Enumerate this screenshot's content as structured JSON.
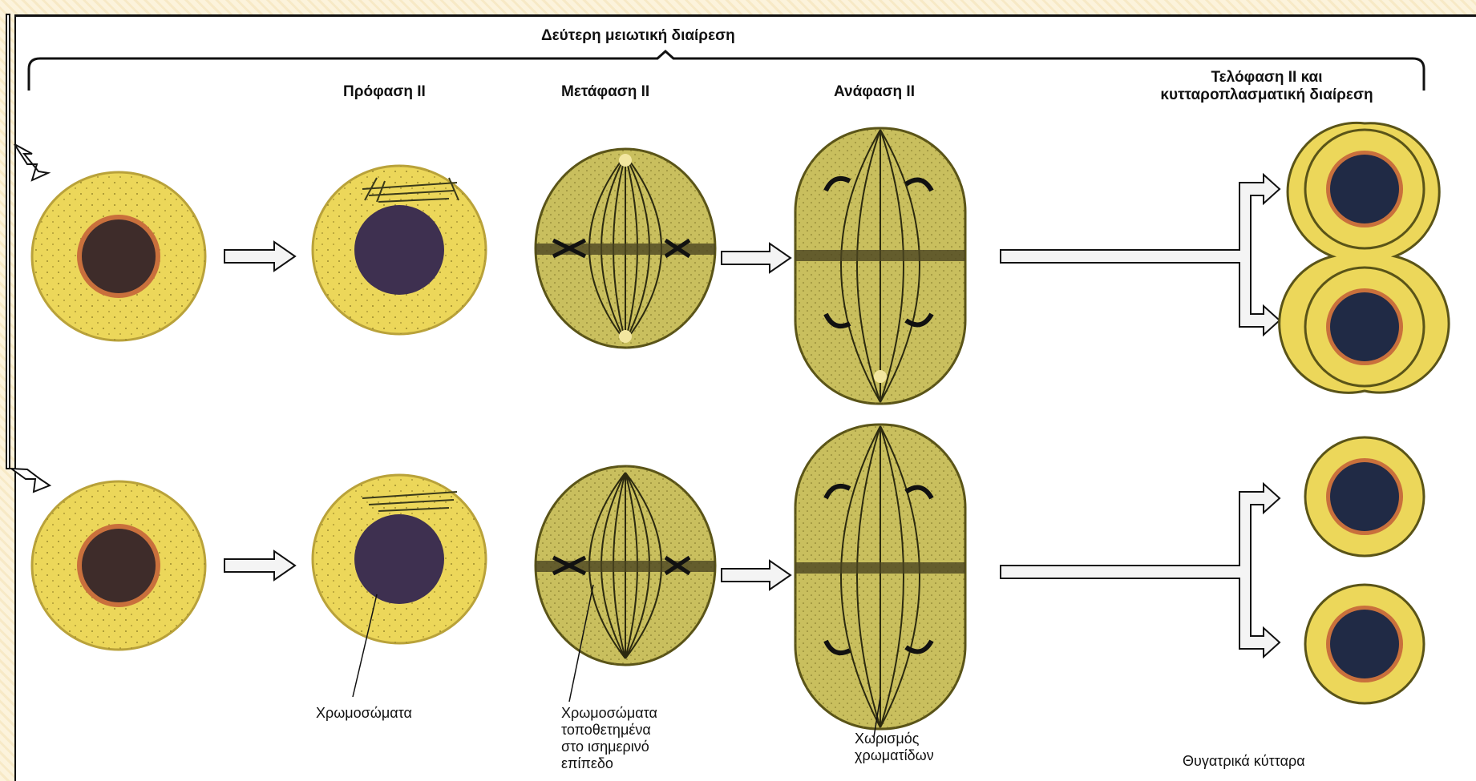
{
  "title": "Δεύτερη μειωτική διαίρεση",
  "stages": {
    "prophase": "Πρόφαση II",
    "metaphase": "Μετάφαση II",
    "anaphase": "Ανάφαση II",
    "telophase_line1": "Τελόφαση II και",
    "telophase_line2": "κυτταροπλασματική διαίρεση"
  },
  "captions": {
    "chromosomes": "Χρωμοσώματα",
    "metaphase_line1": "Χρωμοσώματα",
    "metaphase_line2": "τοποθετημένα",
    "metaphase_line3": "στο ισημερινό",
    "metaphase_line4": "επίπεδο",
    "anaphase_line1": "Χωρισμός",
    "anaphase_line2": "χρωματίδων",
    "daughter_cells": "Θυγατρικά κύτταρα"
  },
  "colors": {
    "cell_fill": "#ecd75a",
    "cell_edge": "#b9a23a",
    "nucleus": "#3e2c2a",
    "daughter_nucleus": "#202a45",
    "spindle_fill": "#c9bf5e",
    "arrow_fill": "#f4f4f4",
    "ink": "#1a1a1a"
  }
}
